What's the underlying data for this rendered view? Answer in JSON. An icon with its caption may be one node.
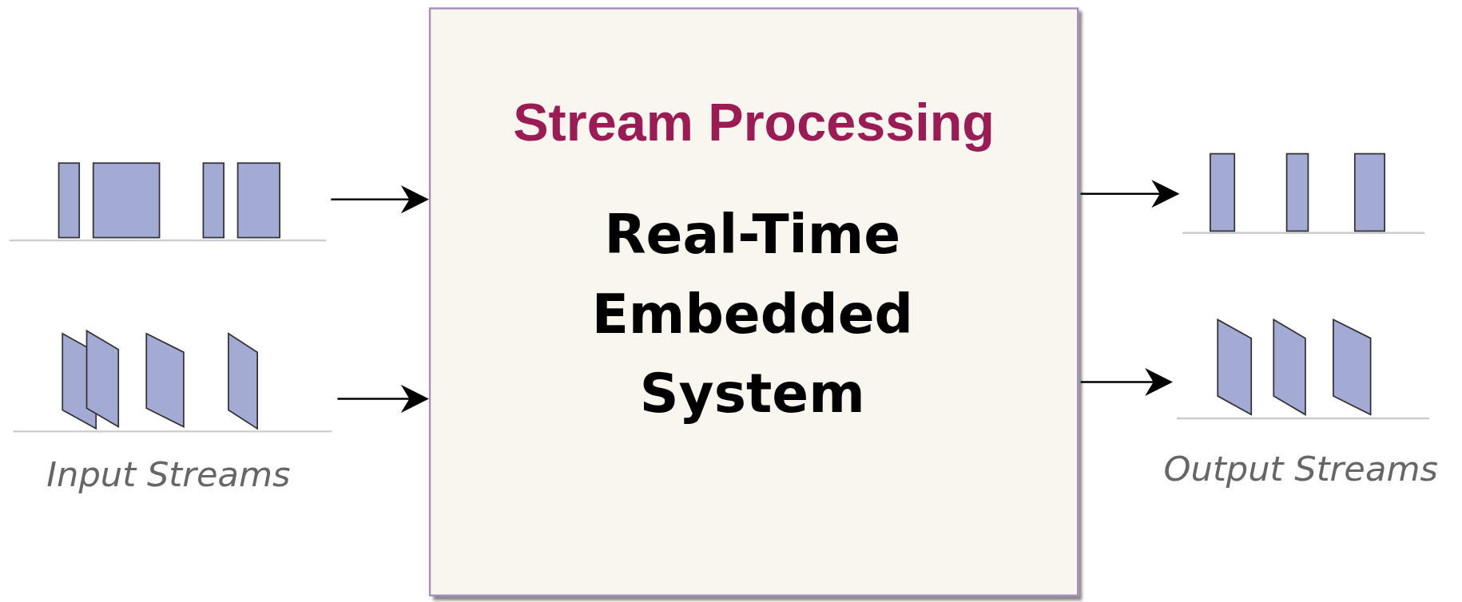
{
  "diagram": {
    "nodes": [
      {
        "text": [],
        "shape": "picture"
      },
      {
        "text": [],
        "shape": "picture"
      },
      {
        "text": [
          "Stream Processing",
          "Real-Time Embedded System"
        ]
      },
      {
        "text": [],
        "shape": "picture"
      },
      {
        "text": [],
        "shape": "picture"
      }
    ],
    "edges": [
      {
        "from": 0,
        "to": 2,
        "arrow": "to"
      },
      {
        "from": 1,
        "to": 2,
        "arrow": "to"
      },
      {
        "from": 2,
        "to": 3,
        "arrow": "to"
      },
      {
        "from": 2,
        "to": 4,
        "arrow": "to"
      }
    ],
    "labels": [
      "Input Streams",
      "Output Streams"
    ]
  }
}
